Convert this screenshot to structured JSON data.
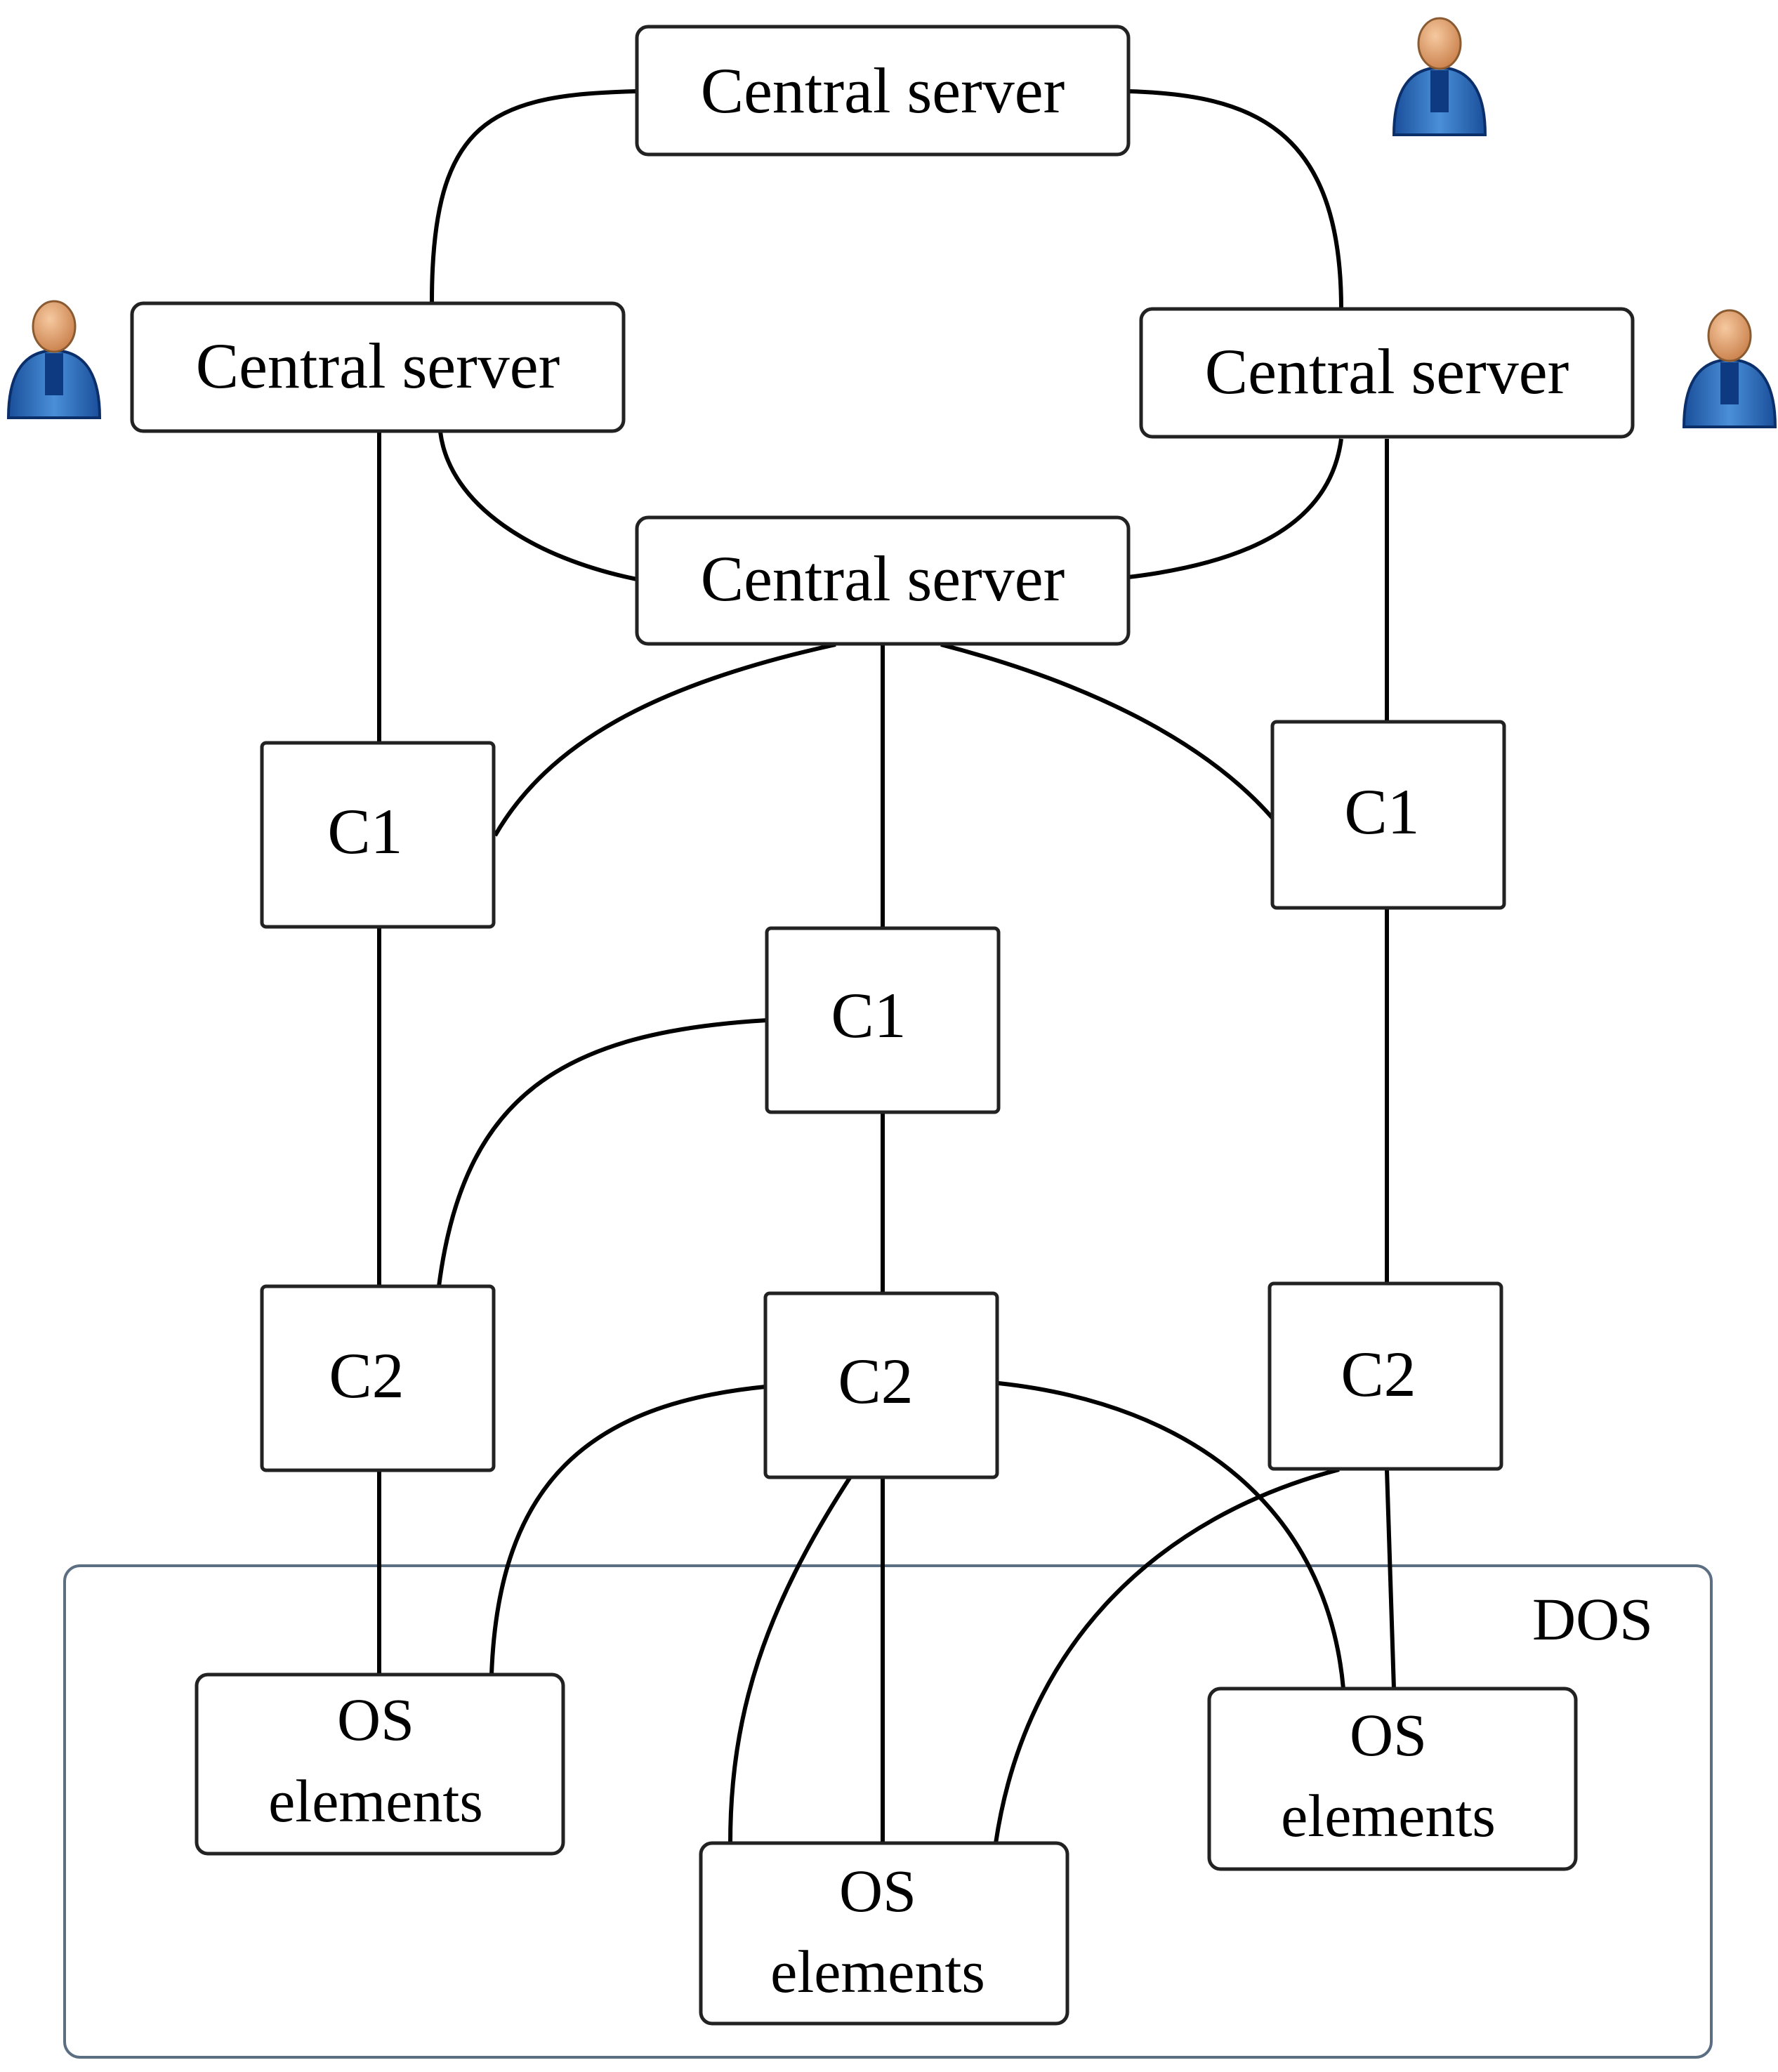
{
  "diagram": {
    "servers": [
      {
        "label": "Central server"
      },
      {
        "label": "Central server"
      },
      {
        "label": "Central server"
      },
      {
        "label": "Central server"
      }
    ],
    "c1_nodes": [
      {
        "label": "C1"
      },
      {
        "label": "C1"
      },
      {
        "label": "C1"
      }
    ],
    "c2_nodes": [
      {
        "label": "C2"
      },
      {
        "label": "C2"
      },
      {
        "label": "C2"
      }
    ],
    "os_nodes": [
      {
        "line1": "OS",
        "line2": "elements"
      },
      {
        "line1": "OS",
        "line2": "elements"
      },
      {
        "line1": "OS",
        "line2": "elements"
      }
    ],
    "region": {
      "label": "DOS"
    },
    "user_icons": [
      {
        "icon": "user-icon"
      },
      {
        "icon": "user-icon"
      },
      {
        "icon": "user-icon"
      }
    ],
    "colors": {
      "user_body": "#2a6fc0",
      "user_head": "#e0a070",
      "region_border": "#5b6e82"
    }
  }
}
